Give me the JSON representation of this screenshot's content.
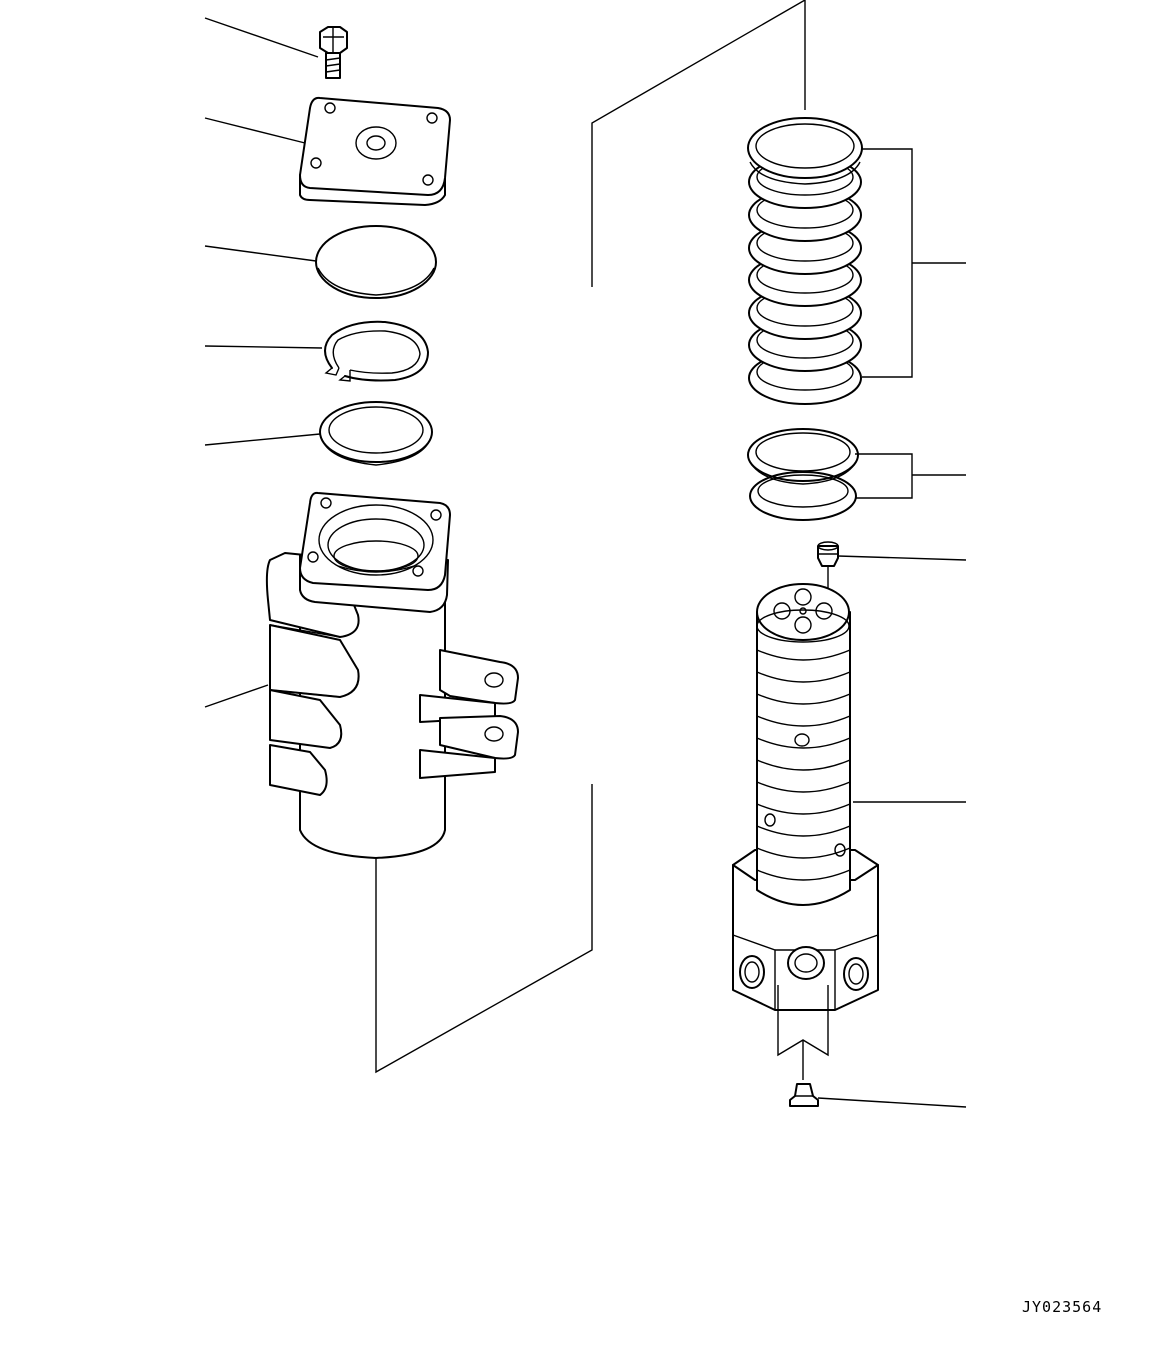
{
  "drawing": {
    "code": "JY023564",
    "background": "#ffffff",
    "line_color": "#000000"
  },
  "left_column_parts": [
    {
      "name": "bolt"
    },
    {
      "name": "cover-plate"
    },
    {
      "name": "o-ring"
    },
    {
      "name": "snap-ring"
    },
    {
      "name": "ring"
    },
    {
      "name": "housing-body"
    }
  ],
  "right_column_parts": [
    {
      "name": "seal-ring-stack"
    },
    {
      "name": "ring-pair"
    },
    {
      "name": "plug-top"
    },
    {
      "name": "rotor-shaft"
    },
    {
      "name": "plug-bottom"
    }
  ]
}
